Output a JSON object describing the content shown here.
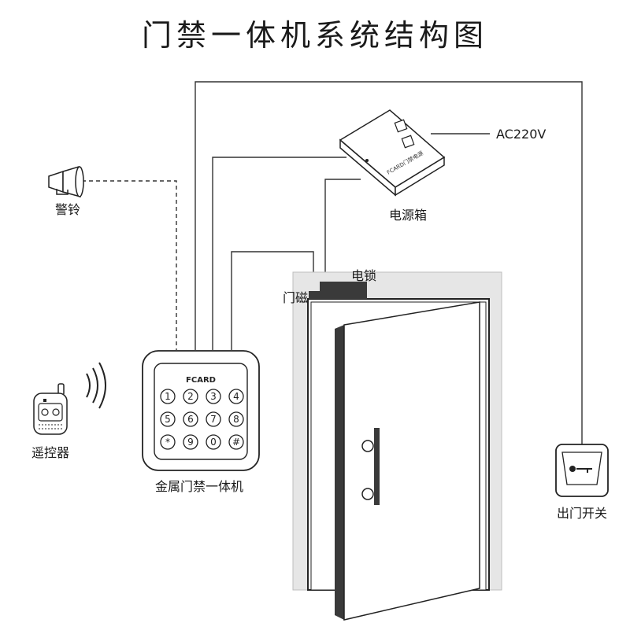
{
  "title": "门禁一体机系统结构图",
  "labels": {
    "power_box": "电源箱",
    "power_box_plate": "FCARD门禁电源",
    "ac_input": "AC220V",
    "alarm_bell": "警铃",
    "remote_control": "遥控器",
    "access_controller": "金属门禁一体机",
    "electric_lock": "电锁",
    "door_sensor": "门磁",
    "exit_button": "出门开关"
  },
  "keypad": {
    "brand": "FCARD",
    "keys": [
      "1",
      "2",
      "3",
      "4",
      "5",
      "6",
      "7",
      "8",
      "*",
      "9",
      "0",
      "#"
    ]
  },
  "colors": {
    "line": "#333333",
    "door_panel": "#ffffff",
    "door_edge": "#3a3a3a",
    "wall": "#e6e6e6"
  }
}
